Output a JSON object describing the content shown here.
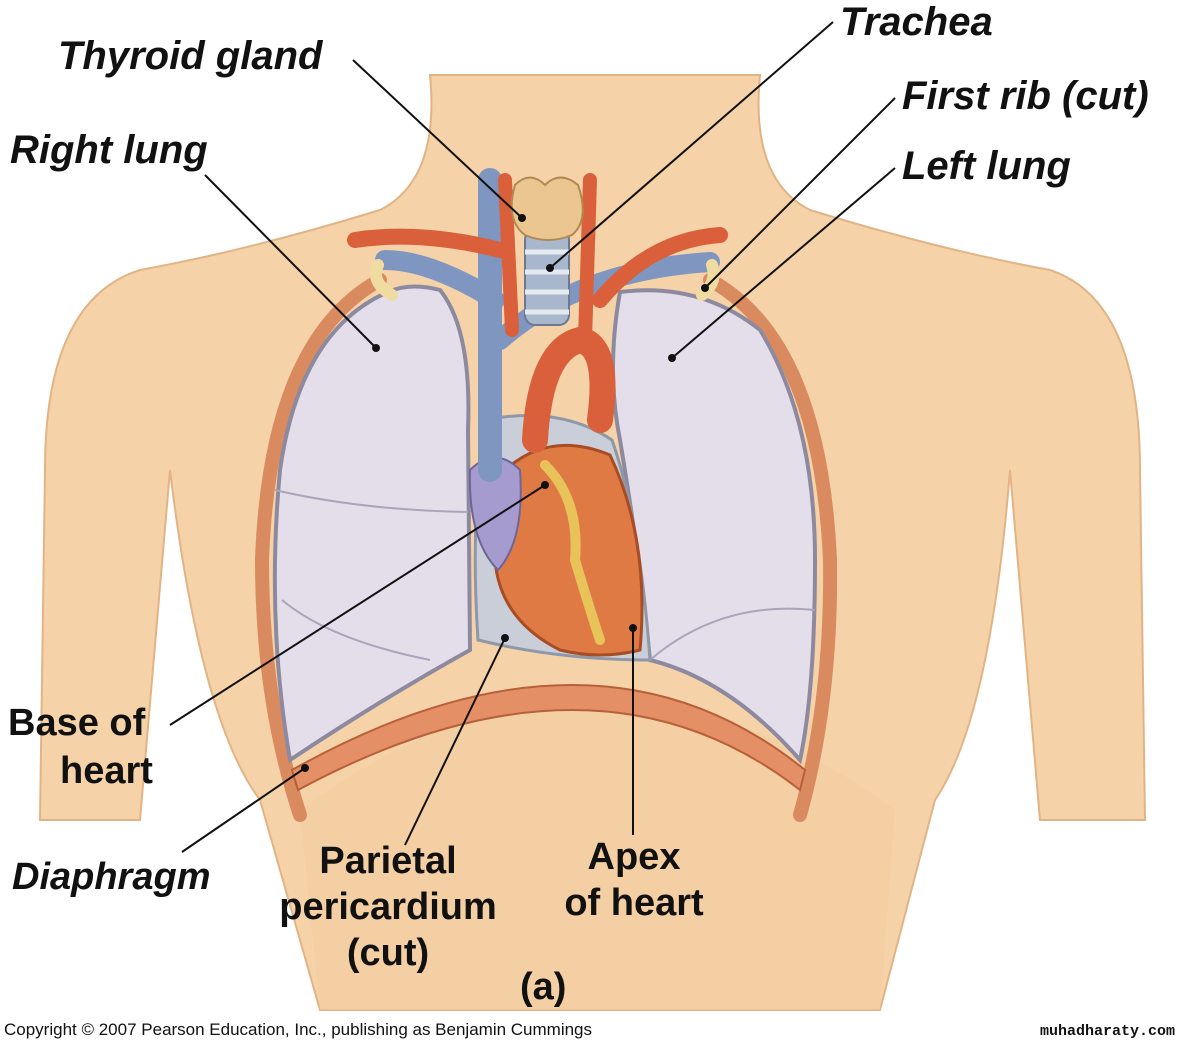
{
  "labels": {
    "thyroid_gland": "Thyroid gland",
    "trachea": "Trachea",
    "first_rib": "First rib (cut)",
    "right_lung": "Right lung",
    "left_lung": "Left lung",
    "base_of_heart": [
      "Base of",
      "heart"
    ],
    "diaphragm": "Diaphragm",
    "parietal_pericardium": [
      "Parietal",
      "pericardium",
      "(cut)"
    ],
    "apex_of_heart": [
      "Apex",
      "of heart"
    ]
  },
  "panel_label": "(a)",
  "copyright": "Copyright © 2007 Pearson Education, Inc., publishing as Benjamin Cummings",
  "watermark": "muhadharaty.com",
  "colors": {
    "skin": "#f5d2a8",
    "skin_shadow": "#e9b989",
    "lung": "#e4deea",
    "lung_edge": "#8d8aa0",
    "heart": "#e07a45",
    "heart_dark": "#c85a2c",
    "vein": "#7f96c0",
    "artery": "#d9603a",
    "thyroid": "#ecc690",
    "pericardium": "#c9ced8",
    "leader": "#111111"
  }
}
